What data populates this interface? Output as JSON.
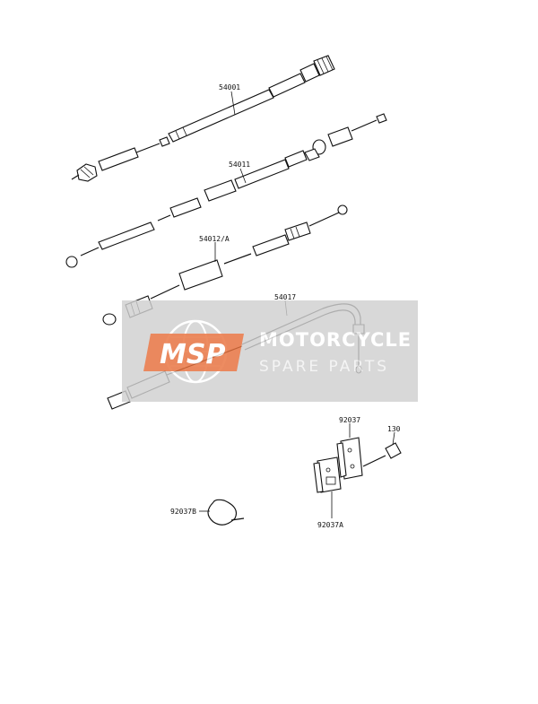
{
  "parts": [
    {
      "id": "54001",
      "label": "54001"
    },
    {
      "id": "54011",
      "label": "54011"
    },
    {
      "id": "54012A",
      "label": "54012/A"
    },
    {
      "id": "54017",
      "label": "54017"
    },
    {
      "id": "92037",
      "label": "92037"
    },
    {
      "id": "130",
      "label": "130"
    },
    {
      "id": "92037B",
      "label": "92037B"
    },
    {
      "id": "92037A",
      "label": "92037A"
    }
  ],
  "watermark": {
    "logo_text": "MSP",
    "title": "MOTORCYCLE",
    "subtitle": "SPARE PARTS",
    "brand_color": "#e8642a",
    "panel_color": "#d0d0d0"
  }
}
